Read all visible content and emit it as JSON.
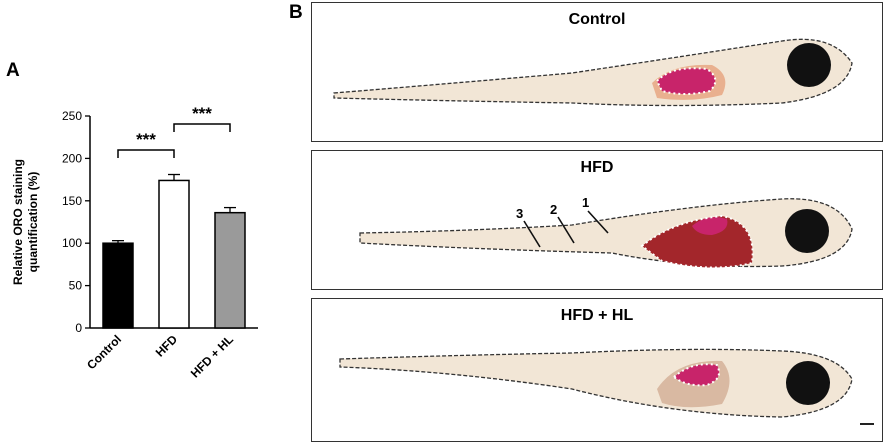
{
  "panel_a_label": "A",
  "panel_b_label": "B",
  "chart_data": {
    "type": "bar",
    "categories": [
      "Control",
      "HFD",
      "HFD + HL"
    ],
    "values": [
      100,
      174,
      136
    ],
    "errors": [
      3,
      7,
      6
    ],
    "ylabel_line1": "Relative ORO staining",
    "ylabel_line2": "quantification (%)",
    "xlabel": "",
    "ylim": [
      0,
      250
    ],
    "yticks": [
      0,
      50,
      100,
      150,
      200,
      250
    ],
    "bar_colors": [
      "#000000",
      "#ffffff",
      "#9a9a9a"
    ],
    "significance": [
      {
        "from": 0,
        "to": 1,
        "label": "***"
      },
      {
        "from": 1,
        "to": 2,
        "label": "***"
      }
    ],
    "grid": false
  },
  "photos": [
    {
      "title": "Control",
      "arrows": []
    },
    {
      "title": "HFD",
      "arrows": [
        "1",
        "2",
        "3"
      ]
    },
    {
      "title": "HFD + HL",
      "arrows": []
    }
  ],
  "colors": {
    "lipid_stain": "#c8246a",
    "yolk_red": "#a3262b",
    "body": "#f2e6d6",
    "eye": "#111111"
  }
}
